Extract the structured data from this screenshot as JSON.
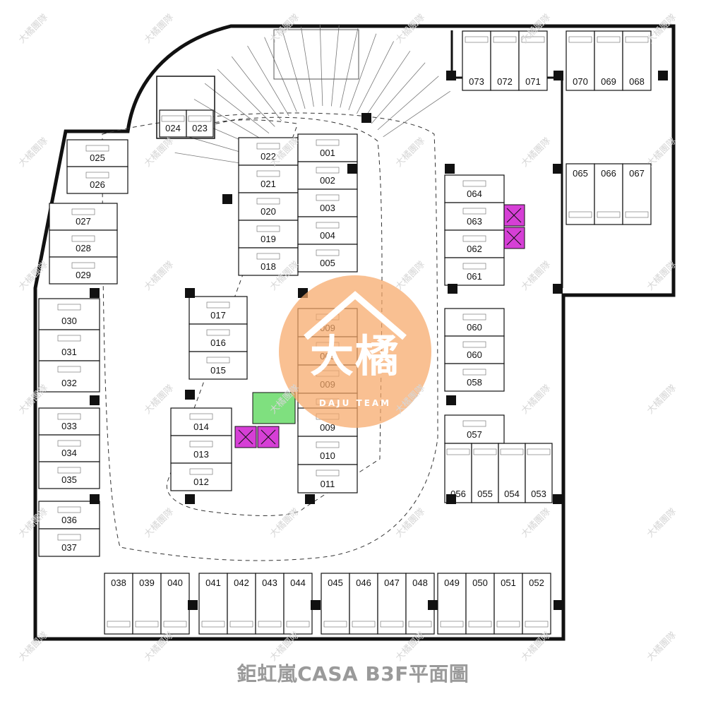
{
  "caption": "鉅虹嵐CASA B3F平面圖",
  "watermark": {
    "brand_text": "大橘",
    "subtitle_text": "DAJU TEAM",
    "tile_text": "大橘團隊"
  },
  "colors": {
    "walls": "#111111",
    "elevator": "#d63fd6",
    "stair": "#7fe07f",
    "logo": "#f6a868",
    "caption": "#9a9a9a"
  },
  "spaces": {
    "top_right": [
      "073",
      "072",
      "071",
      "070",
      "069",
      "068"
    ],
    "upper_right_block": [
      "065",
      "066",
      "067"
    ],
    "left_upper": [
      "025",
      "026",
      "027",
      "028",
      "029"
    ],
    "left_lower": [
      "030",
      "031",
      "032",
      "033",
      "034",
      "035",
      "036",
      "037"
    ],
    "ramp_top": [
      "024",
      "023"
    ],
    "island_left_column": [
      "022",
      "021",
      "020",
      "019",
      "018"
    ],
    "island_right_column": [
      "001",
      "002",
      "003",
      "004",
      "005"
    ],
    "center_left": [
      "017",
      "016",
      "015"
    ],
    "center_right": [
      "009",
      "009",
      "009",
      "009"
    ],
    "core_left": [
      "014",
      "013",
      "012"
    ],
    "core_right": [
      "009",
      "010",
      "011"
    ],
    "right_column": [
      "064",
      "063",
      "062",
      "061",
      "060",
      "060",
      "058",
      "057"
    ],
    "right_bottom_row": [
      "056",
      "055",
      "054",
      "053"
    ],
    "bottom_row": [
      "038",
      "039",
      "040",
      "041",
      "042",
      "043",
      "044",
      "045",
      "046",
      "047",
      "048",
      "049",
      "050",
      "051",
      "052"
    ]
  }
}
